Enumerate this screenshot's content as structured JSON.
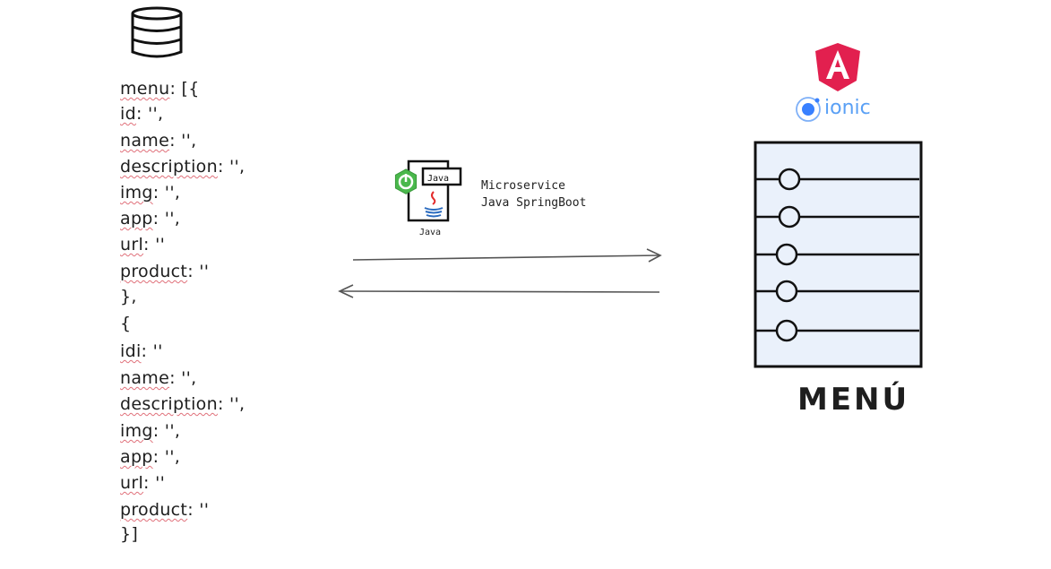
{
  "database": {
    "icon": "database-icon",
    "code_lines": [
      {
        "key": "menu",
        "rest": ": [{"
      },
      {
        "key": "id",
        "rest": ": '',"
      },
      {
        "key": "name",
        "rest": ": '',"
      },
      {
        "key": "description",
        "rest": ": '',"
      },
      {
        "key": "img",
        "rest": ": '',"
      },
      {
        "key": "app",
        "rest": ": '',"
      },
      {
        "key": "url",
        "rest": ": ''"
      },
      {
        "key": "product",
        "rest": ": ''"
      },
      {
        "key": "",
        "rest": "},"
      },
      {
        "key": "",
        "rest": "{"
      },
      {
        "key": "idi",
        "rest": ": ''"
      },
      {
        "key": "name",
        "rest": ": '',"
      },
      {
        "key": "description",
        "rest": ": '',"
      },
      {
        "key": "img",
        "rest": ": '',"
      },
      {
        "key": "app",
        "rest": ": '',"
      },
      {
        "key": "url",
        "rest": ": ''"
      },
      {
        "key": "product",
        "rest": ": ''"
      },
      {
        "key": "",
        "rest": "}]"
      }
    ]
  },
  "microservice": {
    "icon": "java-springboot-icon",
    "doc_tag": "Java",
    "caption": "Java",
    "label_line1": "Microservice",
    "label_line2": "Java SpringBoot"
  },
  "arrows": {
    "request": "right-arrow",
    "response": "left-arrow"
  },
  "frontend": {
    "angular_icon": "angular-logo-icon",
    "ionic_icon": "ionic-logo-icon",
    "ionic_text": "ionic",
    "list_icon": "menu-list-icon",
    "list_items": 5,
    "title": "MENÚ",
    "panel_color": "#eaf1fb"
  },
  "colors": {
    "angular": "#e2204f",
    "ionic": "#3880ff",
    "spring": "#4ab84c",
    "squiggle": "#e0707a"
  }
}
